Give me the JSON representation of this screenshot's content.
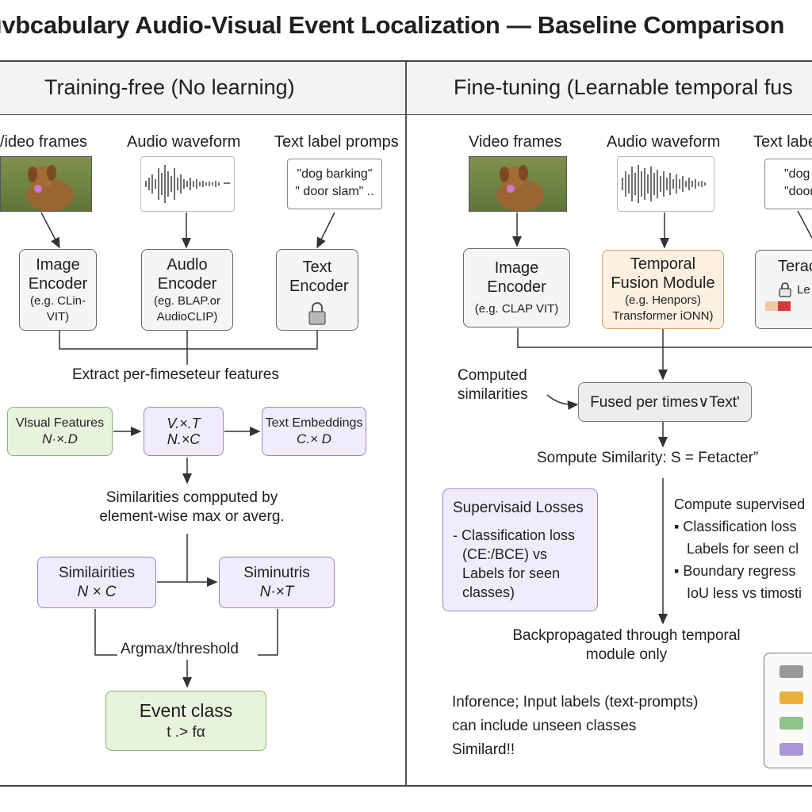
{
  "title": "ıvbcabulary Audio-Visual Event Localization — Baseline Comparison",
  "colors": {
    "purple_box": "#f1ecfb",
    "green_box": "#e8f3dd",
    "orange_box": "#fdf0e1",
    "legend_gray": "#999999",
    "legend_orange": "#e8b23c",
    "legend_green": "#8cc48a",
    "legend_purple": "#a896d6"
  },
  "left": {
    "header": "Training-free (No learning)",
    "inputs": {
      "video": "/ideo frames",
      "audio": "Audio waveform",
      "text": "Text label promps"
    },
    "prompt_lines": [
      "\"dog barking\"",
      "\" door slam\" .."
    ],
    "image_encoder": {
      "title": "Image Encoder",
      "sub": "(e.g. CLin-VIT)"
    },
    "audio_encoder": {
      "title": "Audlo Encoder",
      "sub": "(eg. BLAP.or AudioCLIP)"
    },
    "text_encoder": {
      "title": "Text Encoder",
      "icon": "lock-icon"
    },
    "extract_label": "Extract per-fimeseteur features",
    "visual_features": {
      "title": "Vlsual Features",
      "dims": "N·×.D"
    },
    "vt_box": {
      "title": "V.×.T",
      "dims": "N.×C"
    },
    "text_embeddings": {
      "title": "Text Embeddings",
      "dims": "C.× D"
    },
    "similarity_caption": [
      "Similarities compputed by",
      "element-wise max or averg."
    ],
    "sim_box1": {
      "title": "Similairities",
      "dims": "N × C"
    },
    "sim_box2": {
      "title": "Siminutris",
      "dims": "N·×T"
    },
    "argmax_label": "Argmax/threshold",
    "event_class": {
      "title": "Event class",
      "sub": "t .> fα"
    }
  },
  "right": {
    "header": "Fine-tuning (Learnable temporal fus",
    "inputs": {
      "video": "Video frames",
      "audio": "Audio waveform",
      "text": "Text labe"
    },
    "prompt_lines": [
      "\"dog",
      "\"door"
    ],
    "image_encoder": {
      "title": "Image Encoder",
      "sub": "(e.g. CLAP VIT)"
    },
    "fusion_module": {
      "title": "Temporal Fusion Module",
      "sub": "(e.g. Henpors) Transformer iONN)"
    },
    "text_encoder": {
      "title": "Terac",
      "icon": "lock-icon",
      "icon_label": "Le"
    },
    "computed_label": [
      "Computed",
      "similarities"
    ],
    "fused_box": "Fused per times∨Text'",
    "compute_similarity": "Sompute Similarity: S = Fetacter”",
    "supervised_losses": {
      "title": "Supervisaid Losses",
      "lines": [
        "- Classification loss",
        "(CE:/BCE) vs",
        "Labels for seen",
        "classes)"
      ]
    },
    "compute_supervised": {
      "title": "Compute supervised",
      "bullets": [
        {
          "line1": "Classification loss",
          "line2": "Labels for seen cl"
        },
        {
          "line1": "Boundary regress",
          "line2": "IoU less vs timosti"
        }
      ]
    },
    "backprop": [
      "Backpropagated through temporal",
      "module only"
    ],
    "inference": [
      "Inforence; Input labels (text-prompts)",
      "can include unseen classes",
      "Similard!!"
    ]
  }
}
